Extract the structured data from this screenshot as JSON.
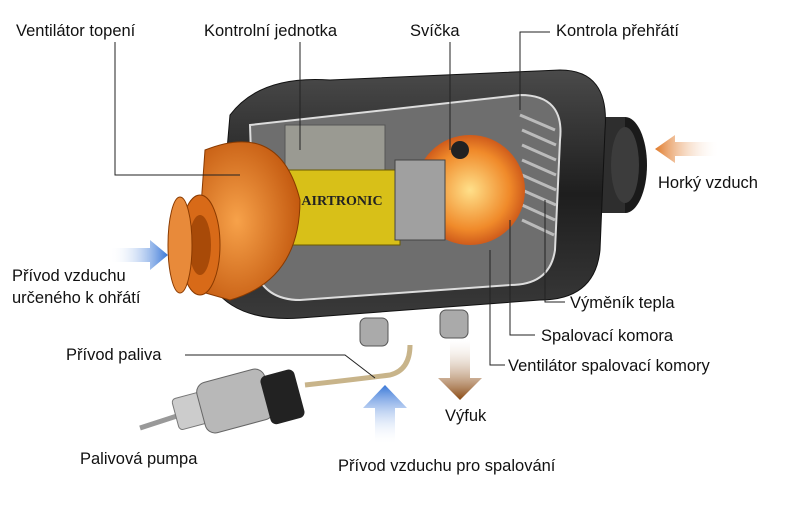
{
  "labels": {
    "heater_fan": "Ventilátor topení",
    "control_unit": "Kontrolní jednotka",
    "glow_plug": "Svíčka",
    "overheat_control": "Kontrola přehřátí",
    "hot_air": "Horký vzduch",
    "air_intake_line1": "Přívod vzduchu",
    "air_intake_line2": "určeného k ohřátí",
    "heat_exchanger": "Výměník tepla",
    "combustion_chamber": "Spalovací komora",
    "combustion_fan": "Ventilátor spalovací komory",
    "fuel_supply": "Přívod paliva",
    "exhaust": "Výfuk",
    "fuel_pump": "Palivová pumpa",
    "combustion_air": "Přívod vzduchu pro spalování"
  },
  "device_brand": "AIRTRONIC",
  "colors": {
    "cold_air": "#3a78d8",
    "hot_air": "#e07a2a",
    "exhaust": "#8a4a12",
    "fan": "#e8731c",
    "body": "#2a2a2a"
  }
}
